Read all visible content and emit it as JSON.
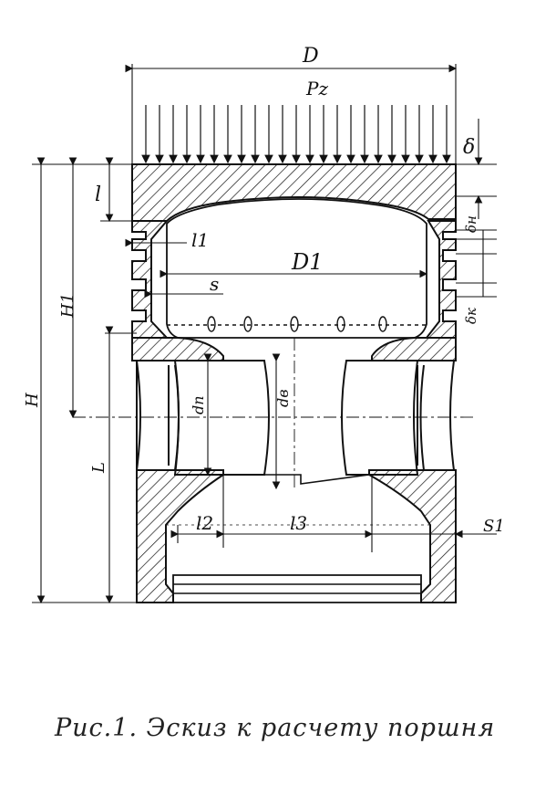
{
  "caption": "Рис.1. Эскиз к расчету поршня",
  "labels": {
    "D": "D",
    "Pz": "Pz",
    "delta": "δ",
    "l": "l",
    "l1": "l1",
    "D1": "D1",
    "s": "s",
    "H1": "H1",
    "H": "H",
    "L": "L",
    "dn": "dп",
    "dv": "dв",
    "l2": "l2",
    "l3": "l3",
    "S1": "S1",
    "t_top": "δн",
    "t_bottom": "δк"
  },
  "colors": {
    "ink": "#111111",
    "paper": "#ffffff"
  }
}
